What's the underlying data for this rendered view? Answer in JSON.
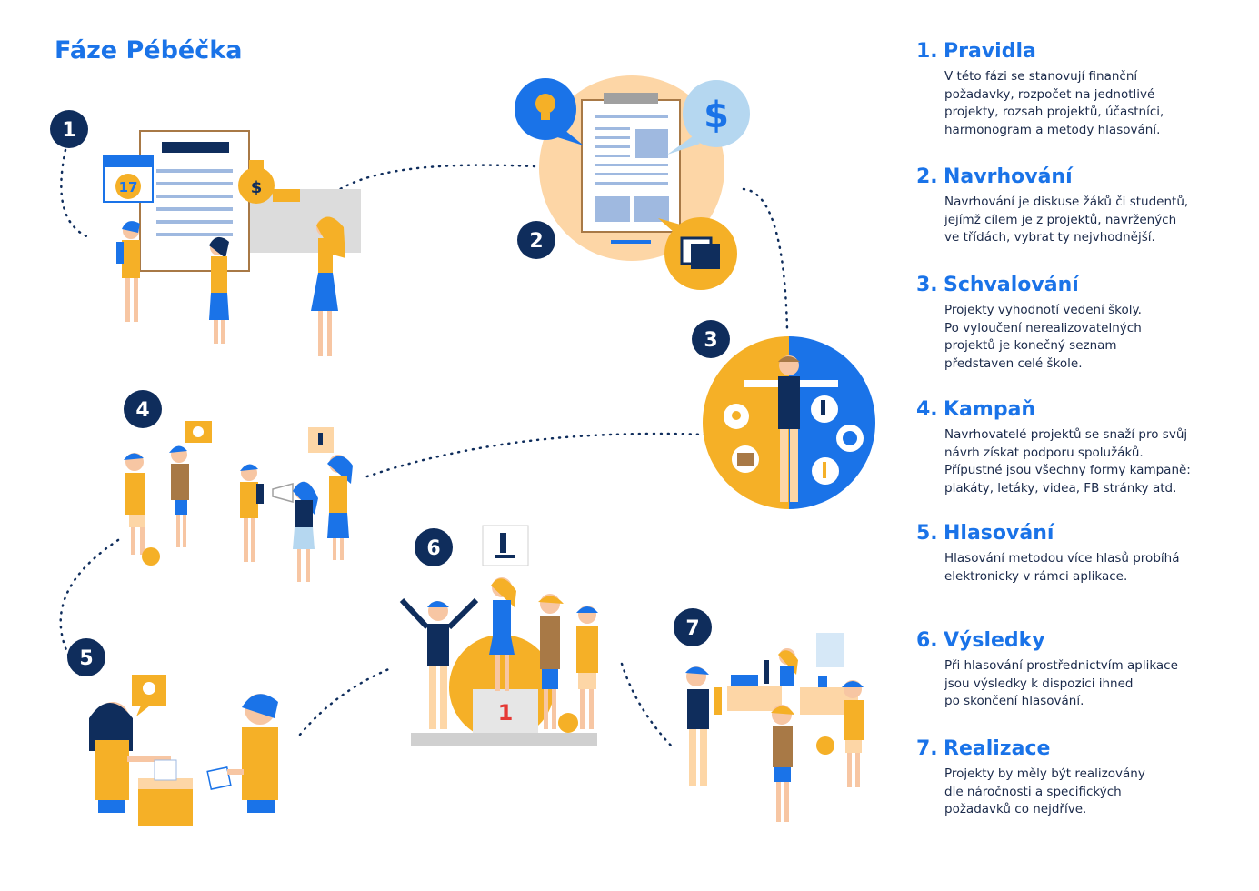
{
  "page_title": "Fáze Pébéčka",
  "colors": {
    "accent": "#1a73e8",
    "navy": "#0f2d5c",
    "yellow": "#f5b027",
    "peach": "#fdd6a6",
    "brown": "#a87946"
  },
  "illustration": {
    "badges": [
      "1",
      "2",
      "3",
      "4",
      "5",
      "6",
      "7"
    ],
    "calendar_day": "17",
    "money_symbol": "$",
    "podium_place": "1"
  },
  "phases": [
    {
      "num": "1.",
      "title": "Pravidla",
      "text": "V této fázi se stanovují finanční\npožadavky, rozpočet na jednotlivé\nprojekty, rozsah projektů, účastníci,\nharmonogram a metody hlasování."
    },
    {
      "num": "2.",
      "title": "Navrhování",
      "text": "Navrhování je diskuse žáků či studentů,\njejímž cílem je z projektů, navržených\nve třídách, vybrat ty nejvhodnější."
    },
    {
      "num": "3.",
      "title": "Schvalování",
      "text": "Projekty vyhodnotí vedení školy.\nPo vyloučení nerealizovatelných\nprojektů je konečný seznam\npředstaven celé škole."
    },
    {
      "num": "4.",
      "title": "Kampaň",
      "text": "Navrhovatelé projektů se snaží pro svůj\nnávrh získat podporu spolužáků.\nPřípustné jsou všechny formy kampaně:\nplakáty, letáky, videa, FB stránky atd."
    },
    {
      "num": "5.",
      "title": "Hlasování",
      "text": "Hlasování metodou více hlasů probíhá\nelektronicky v rámci aplikace."
    },
    {
      "num": "6.",
      "title": "Výsledky",
      "text": "Při  hlasování prostřednictvím aplikace\njsou výsledky k dispozici ihned\npo skončení hlasování."
    },
    {
      "num": "7.",
      "title": "Realizace",
      "text": "Projekty by měly být realizovány\ndle náročnosti a specifických\npožadavků co nejdříve."
    }
  ]
}
